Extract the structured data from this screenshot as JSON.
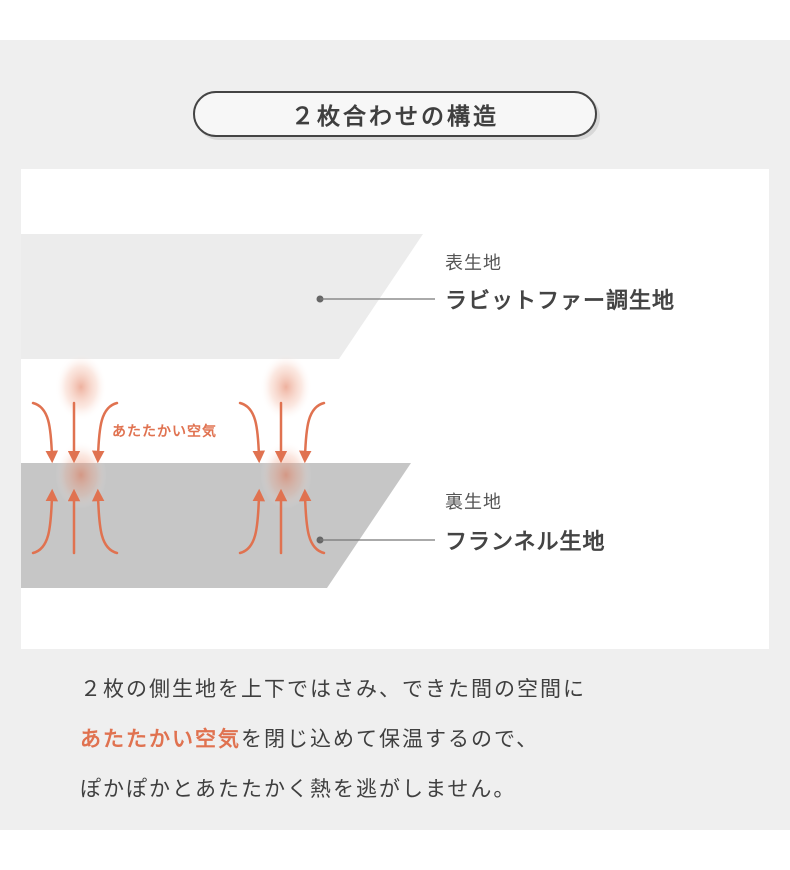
{
  "title": "２枚合わせの構造",
  "top_layer": {
    "small_label": "表生地",
    "big_label": "ラビットファー調生地"
  },
  "bottom_layer": {
    "small_label": "裏生地",
    "big_label": "フランネル生地"
  },
  "warm_air_label": "あたたかい空気",
  "description": {
    "line1": "２枚の側生地を上下ではさみ、できた間の空間に",
    "line2_accent": "あたたかい空気",
    "line2_rest": "を閉じ込めて保温するので、",
    "line3": "ぽかぽかとあたたかく熱を逃がしません。"
  },
  "colors": {
    "panel_bg": "#efefef",
    "top_layer": "#ececec",
    "bottom_layer": "#c6c6c6",
    "accent": "#e07250"
  },
  "icons": [
    "arrow-down-icon",
    "arrow-up-icon",
    "warm-glow-icon"
  ]
}
